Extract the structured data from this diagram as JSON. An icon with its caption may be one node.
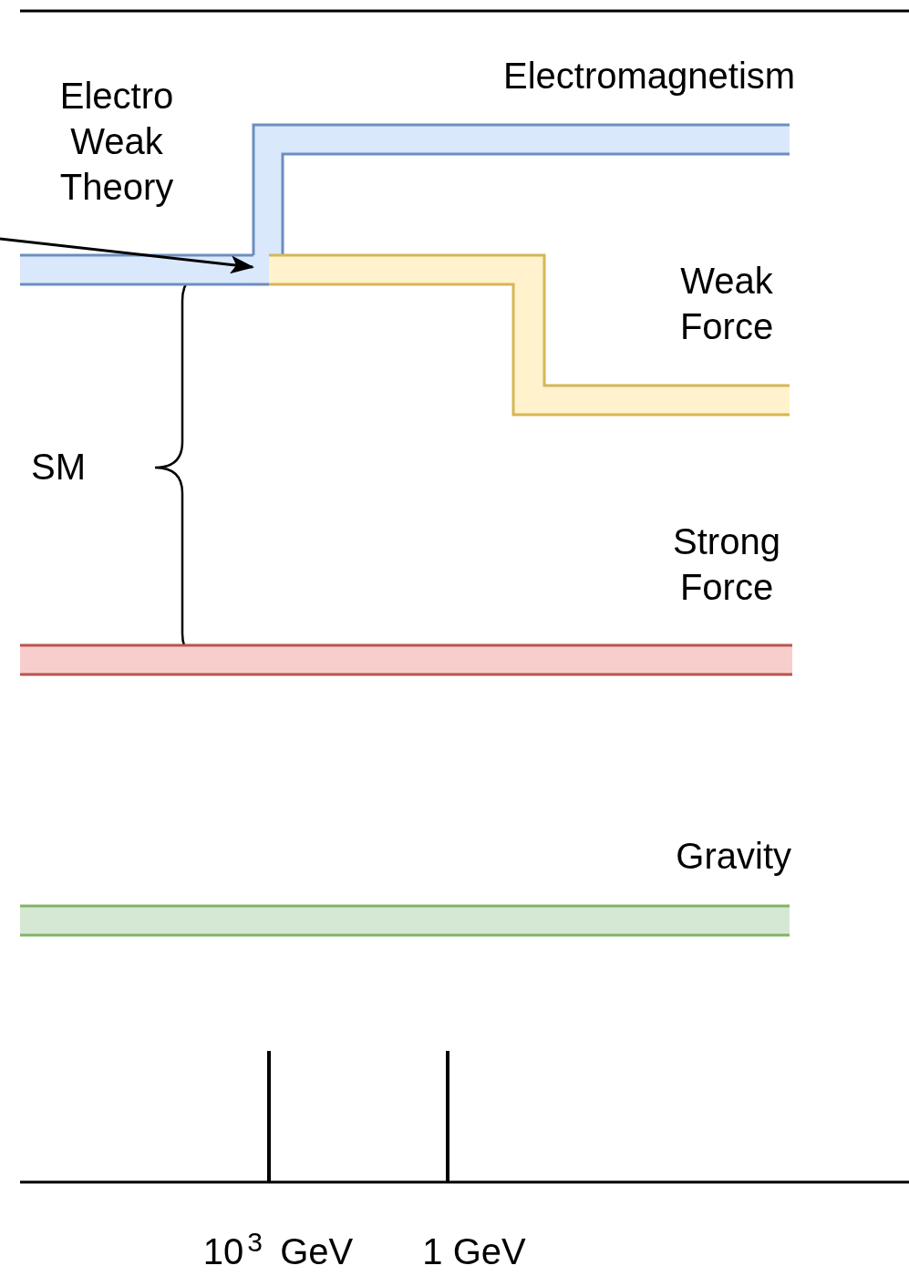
{
  "diagram": {
    "nodes": [
      {
        "text": [
          "Electromagnetism"
        ]
      },
      {
        "text": [
          "Electro Weak Theory"
        ]
      },
      {
        "text": [
          "Weak Force"
        ]
      },
      {
        "text": [
          "Strong Force"
        ]
      },
      {
        "text": [
          "Gravity"
        ]
      }
    ],
    "edges": [
      {
        "from": null,
        "to": 1,
        "arrow": "to"
      }
    ],
    "labels": [
      "SM",
      "10$^{3}$ GeV",
      "1 GeV"
    ]
  }
}
